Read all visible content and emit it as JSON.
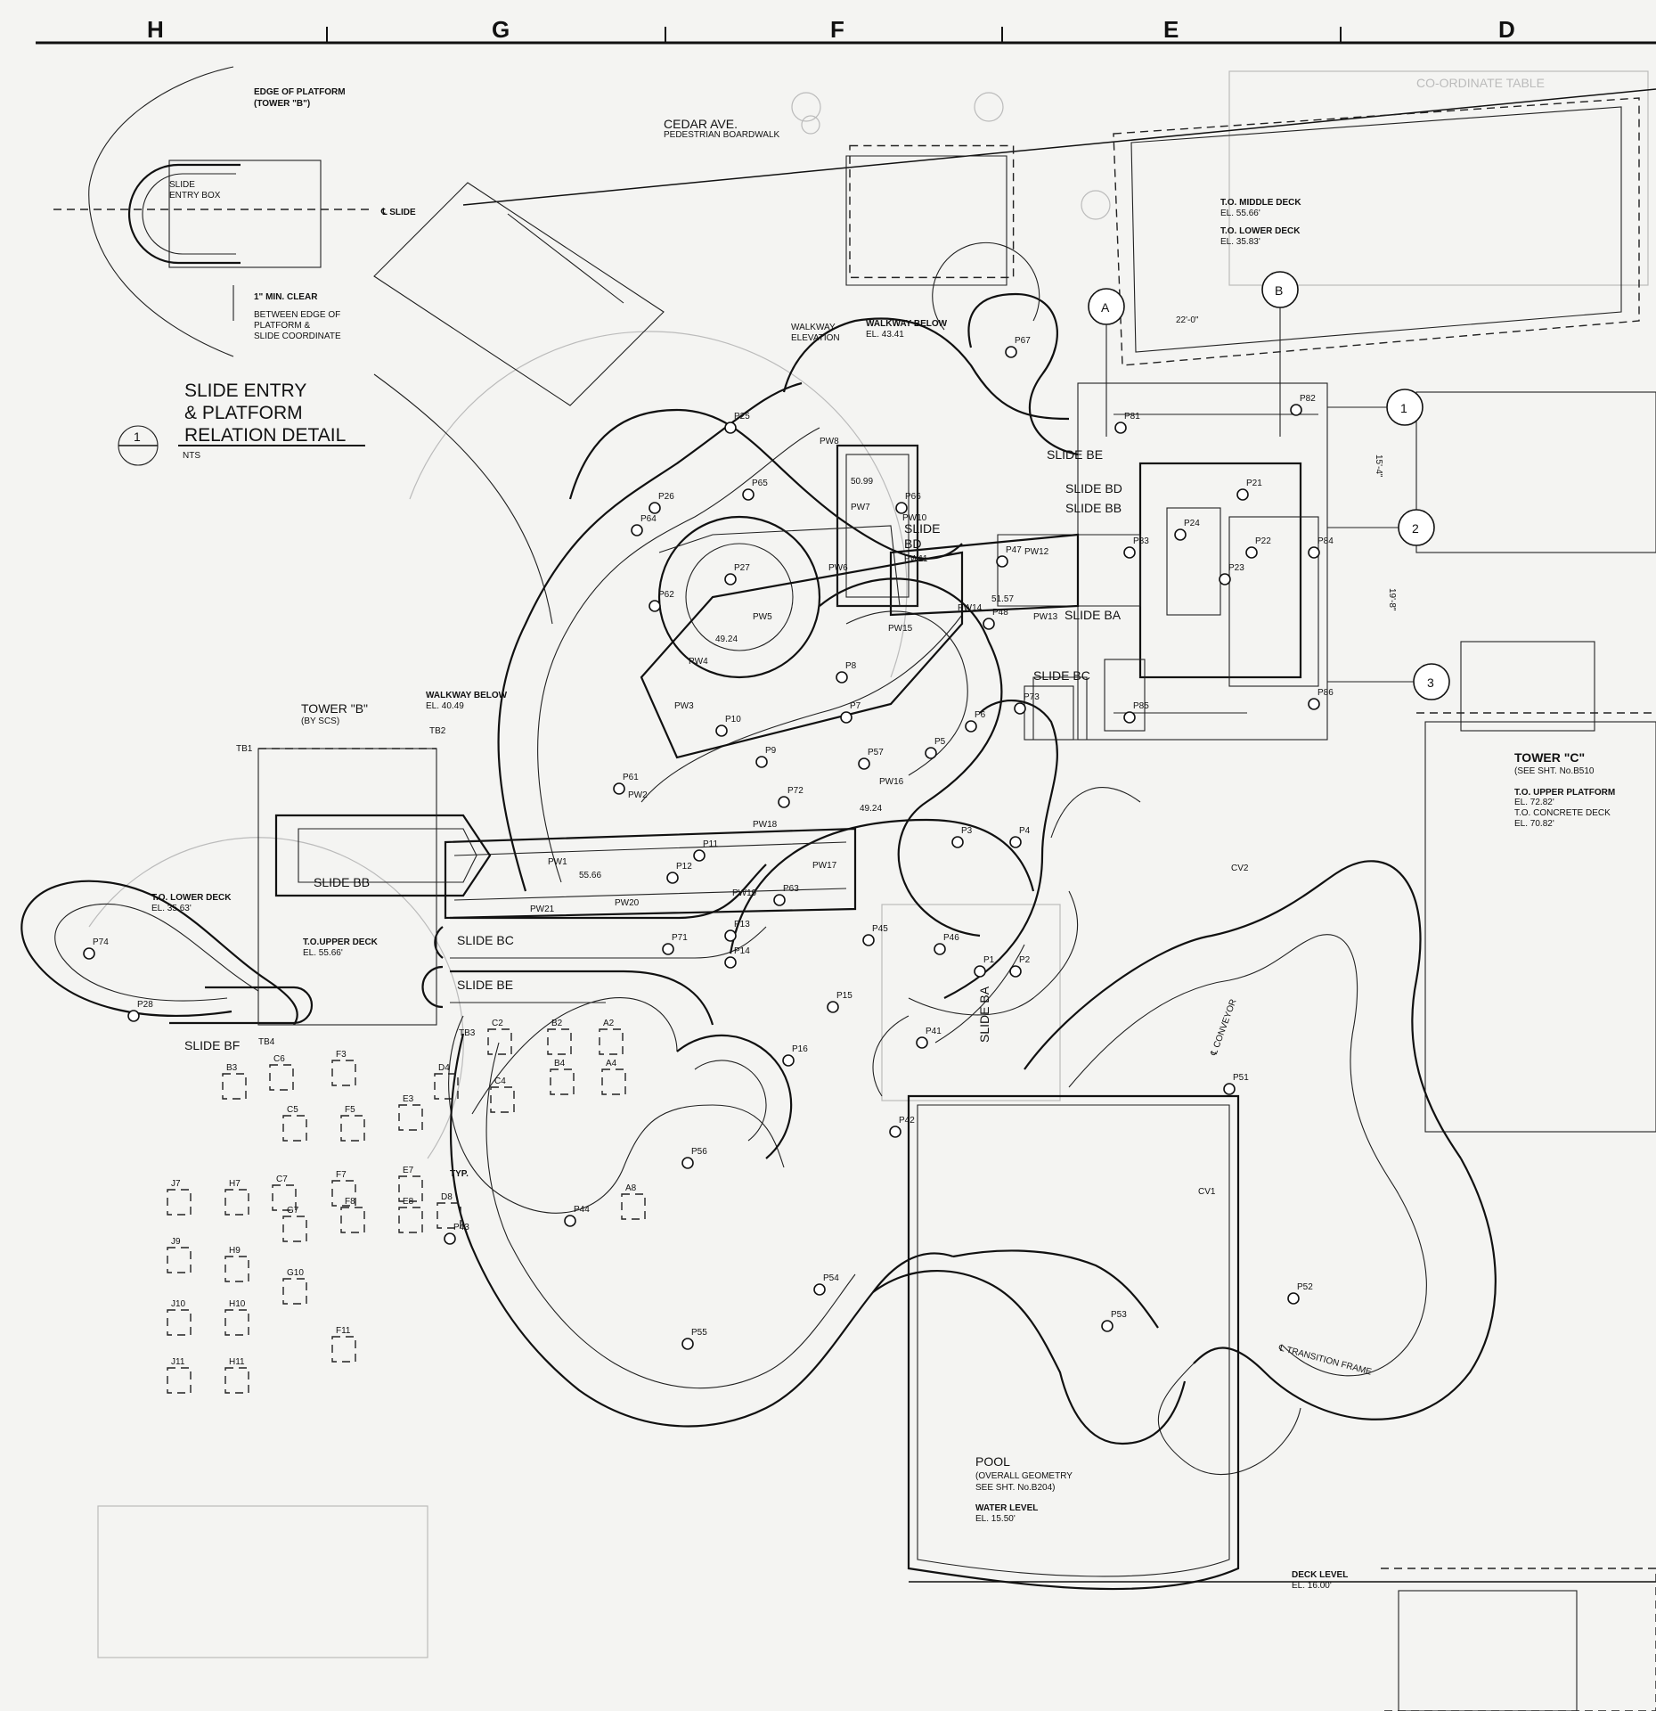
{
  "grid_columns": [
    "H",
    "G",
    "F",
    "E",
    "D"
  ],
  "grid_rows": [
    "1",
    "2",
    "3"
  ],
  "grid_bubbles_cols": [
    "A",
    "B"
  ],
  "detail": {
    "edge_platform": "EDGE OF PLATFORM",
    "edge_platform_sub": "(TOWER \"B\")",
    "entry_box_1": "SLIDE",
    "entry_box_2": "ENTRY BOX",
    "cl_slide": "℄ SLIDE",
    "min_clear": "1\" MIN. CLEAR",
    "between_1": "BETWEEN EDGE OF",
    "between_2": "PLATFORM &",
    "between_3": "SLIDE COORDINATE",
    "title_1": "SLIDE ENTRY",
    "title_2": "& PLATFORM",
    "title_3": "RELATION DETAIL",
    "num": "1",
    "scale": "NTS"
  },
  "site": {
    "street": "CEDAR AVE.",
    "street_sub": "PEDESTRIAN BOARDWALK",
    "coord_table": "CO-ORDINATE TABLE"
  },
  "tower_b": {
    "title": "TOWER \"B\"",
    "sub": "(BY SCS)"
  },
  "tower_c": {
    "title": "TOWER \"C\"",
    "sub": "(SEE SHT. No.B510",
    "upper": "T.O. UPPER PLATFORM",
    "upper_el": "EL. 72.82'",
    "concrete": "T.O. CONCRETE DECK",
    "concrete_el": "EL. 70.82'"
  },
  "elevations": [
    {
      "id": "mid",
      "l1": "T.O. MIDDLE DECK",
      "l2": "EL. 55.66'"
    },
    {
      "id": "low",
      "l1": "T.O. LOWER DECK",
      "l2": "EL. 35.83'"
    },
    {
      "id": "lowb",
      "l1": "T.O. LOWER DECK",
      "l2": "EL. 35.63'"
    },
    {
      "id": "upb",
      "l1": "T.O.UPPER DECK",
      "l2": "EL. 55.66'"
    },
    {
      "id": "walk1",
      "l1": "WALKWAY BELOW",
      "l2": "EL. 43.41"
    },
    {
      "id": "walk2",
      "l1": "WALKWAY BELOW",
      "l2": "EL. 40.49"
    },
    {
      "id": "wkelev",
      "l1": "WALKWAY",
      "l2": "ELEVATION"
    },
    {
      "id": "water",
      "l1": "WATER LEVEL",
      "l2": "EL. 15.50'"
    },
    {
      "id": "deck",
      "l1": "DECK LEVEL",
      "l2": "EL. 16.00'"
    }
  ],
  "pool": {
    "title": "POOL",
    "sub1": "(OVERALL GEOMETRY",
    "sub2": "SEE SHT. No.B204)"
  },
  "dims": {
    "d22": "22'-0\"",
    "d15": "15'-4\"",
    "d19": "19'-8\""
  },
  "slides": [
    "SLIDE BE",
    "SLIDE BD",
    "SLIDE BB",
    "SLIDE",
    "BD",
    "SLIDE BA",
    "SLIDE BC",
    "SLIDE BB",
    "SLIDE BC",
    "SLIDE BE",
    "SLIDE BF",
    "SLIDE BA"
  ],
  "walk_values": [
    "50.99",
    "51.57",
    "49.24",
    "49.24",
    "55.66"
  ],
  "conveyor": "℄ CONVEYOR",
  "transition": "℄ TRANSITION FRAME",
  "typ": "TYP.",
  "cv": [
    "CV1",
    "CV2"
  ],
  "towers_b": [
    "TB1",
    "TB2",
    "TB3",
    "TB4"
  ],
  "posts": [
    "P1",
    "P2",
    "P3",
    "P4",
    "P5",
    "P6",
    "P7",
    "P8",
    "P9",
    "P10",
    "P11",
    "P12",
    "P13",
    "P14",
    "P15",
    "P16",
    "P21",
    "P22",
    "P23",
    "P24",
    "P25",
    "P26",
    "P27",
    "P28",
    "P41",
    "P42",
    "P43",
    "P44",
    "P45",
    "P46",
    "P47",
    "P48",
    "P51",
    "P52",
    "P53",
    "P54",
    "P55",
    "P56",
    "P57",
    "P61",
    "P62",
    "P63",
    "P64",
    "P65",
    "P66",
    "P67",
    "P71",
    "P72",
    "P73",
    "P74",
    "P81",
    "P82",
    "P83",
    "P84",
    "P85",
    "P86"
  ],
  "pw": [
    "PW1",
    "PW2",
    "PW3",
    "PW4",
    "PW5",
    "PW6",
    "PW7",
    "PW8",
    "PW10",
    "PW11",
    "PW12",
    "PW13",
    "PW14",
    "PW15",
    "PW16",
    "PW17",
    "PW18",
    "PW19",
    "PW20",
    "PW21"
  ],
  "footings": [
    "F3",
    "F5",
    "F7",
    "F8",
    "C2",
    "C4",
    "C5",
    "C6",
    "C7",
    "E3",
    "E7",
    "E8",
    "B2",
    "B3",
    "B4",
    "A2",
    "A4",
    "A8",
    "D4",
    "D8",
    "G7",
    "G10",
    "H7",
    "H9",
    "H10",
    "H11",
    "J7",
    "J9",
    "J10",
    "J11",
    "F11"
  ]
}
